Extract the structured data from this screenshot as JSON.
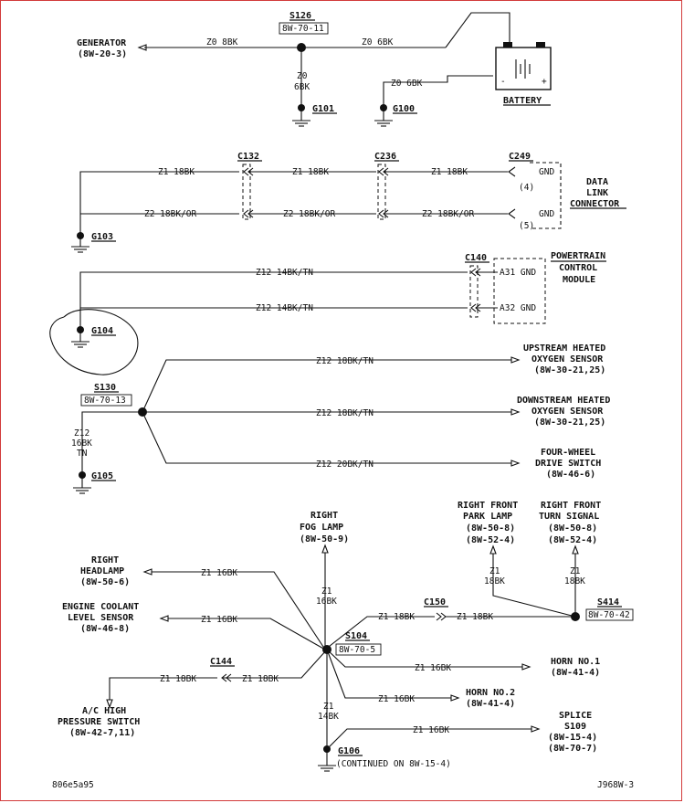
{
  "generator": {
    "name": "GENERATOR",
    "ref": "(8W-20-3)"
  },
  "s126": {
    "name": "S126",
    "ref": "8W-70-11"
  },
  "wires": {
    "z0_8bk": "Z0 8BK",
    "z0_6bk": "Z0 6BK",
    "z0_6bk_top": "Z0",
    "z0_6bk_bot": "6BK",
    "z0_6bk_2": "Z0 6BK",
    "z1_18bk": "Z1 18BK",
    "z2_18bkor": "Z2 18BK/OR",
    "z12_14bktn": "Z12 14BK/TN",
    "z12_18bktn": "Z12 18BK/TN",
    "z12_20bktn": "Z12 20BK/TN",
    "z12_16bk_1": "Z12",
    "z12_16bk_2": "16BK",
    "z12_16bk_3": "TN",
    "z1_16bk": "Z1 16BK",
    "z1": "Z1",
    "b18": "18BK",
    "b16": "16BK",
    "b14": "14BK"
  },
  "battery": {
    "name": "BATTERY"
  },
  "grounds": {
    "g101": "G101",
    "g100": "G100",
    "g103": "G103",
    "g104": "G104",
    "g105": "G105",
    "g106": "G106"
  },
  "connectors": {
    "c132": "C132",
    "c236": "C236",
    "c249": "C249",
    "c140": "C140",
    "c150": "C150",
    "c144": "C144"
  },
  "dlc": {
    "line1": "DATA",
    "line2": "LINK",
    "line3": "CONNECTOR",
    "pin4": "(4)",
    "pin5": "(5)",
    "gnd": "GND"
  },
  "pcm": {
    "line1": "POWERTRAIN",
    "line2": "CONTROL",
    "line3": "MODULE",
    "a31": "A31 GND",
    "a32": "A32 GND"
  },
  "up_sensor": {
    "line1": "UPSTREAM HEATED",
    "line2": "OXYGEN SENSOR",
    "line3": "(8W-30-21,25)"
  },
  "down_sensor": {
    "line1": "DOWNSTREAM HEATED",
    "line2": "OXYGEN SENSOR",
    "line3": "(8W-30-21,25)"
  },
  "fwd_switch": {
    "line1": "FOUR-WHEEL",
    "line2": "DRIVE SWITCH",
    "line3": "(8W-46-6)"
  },
  "s130": {
    "name": "S130",
    "ref": "8W-70-13"
  },
  "s104": {
    "name": "S104",
    "ref": "8W-70-5"
  },
  "s414": {
    "name": "S414",
    "ref": "8W-70-42"
  },
  "fog_lamp": {
    "line1": "RIGHT",
    "line2": "FOG LAMP",
    "line3": "(8W-50-9)"
  },
  "headlamp": {
    "line1": "RIGHT",
    "line2": "HEADLAMP",
    "line3": "(8W-50-6)"
  },
  "coolant": {
    "line1": "ENGINE COOLANT",
    "line2": "LEVEL SENSOR",
    "line3": "(8W-46-8)"
  },
  "ac_switch": {
    "line1": "A/C HIGH",
    "line2": "PRESSURE SWITCH",
    "line3": "(8W-42-7,11)"
  },
  "park_lamp": {
    "line1": "RIGHT FRONT",
    "line2": "PARK LAMP",
    "line3": "(8W-50-8)",
    "line4": "(8W-52-4)"
  },
  "turn_signal": {
    "line1": "RIGHT FRONT",
    "line2": "TURN SIGNAL",
    "line3": "(8W-50-8)",
    "line4": "(8W-52-4)"
  },
  "horn1": {
    "line1": "HORN NO.1",
    "line2": "(8W-41-4)"
  },
  "horn2": {
    "line1": "HORN NO.2",
    "line2": "(8W-41-4)"
  },
  "splice109": {
    "line1": "SPLICE",
    "line2": "S109",
    "line3": "(8W-15-4)",
    "line4": "(8W-70-7)"
  },
  "continued": "(CONTINUED ON 8W-15-4)",
  "footer": {
    "left": "806e5a95",
    "right": "J968W-3"
  },
  "colors": {
    "ink": "#111111",
    "highlight": "#d42a2a"
  }
}
